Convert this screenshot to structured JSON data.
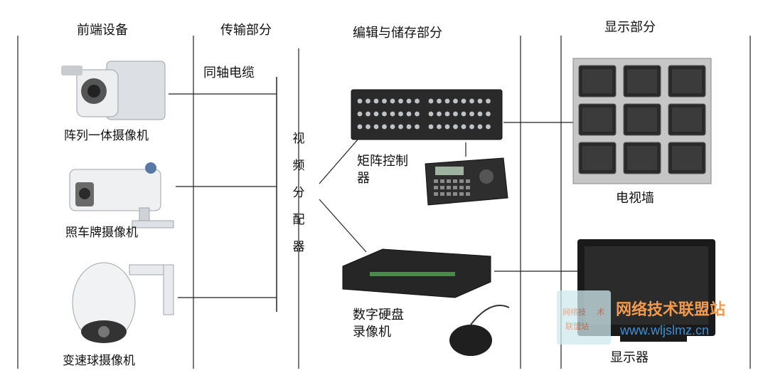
{
  "headers": {
    "front": "前端设备",
    "transmission": "传输部分",
    "edit_storage": "编辑与储存部分",
    "display": "显示部分"
  },
  "devices": {
    "array_camera": "阵列一体摄像机",
    "plate_camera": "照车牌摄像机",
    "speed_dome": "变速球摄像机",
    "coax_cable": "同轴电缆",
    "video_distributor": [
      "视",
      "频",
      "分",
      "配",
      "器"
    ],
    "matrix_line1": "矩阵控制",
    "matrix_line2": "器",
    "dvr_line1": "数字硬盘",
    "dvr_line2": "录像机",
    "tv_wall": "电视墙",
    "monitor": "显示器"
  },
  "watermark": {
    "badge_text": [
      "网络技",
      "术",
      "联盟站"
    ],
    "title": "网络技术联盟站",
    "url": "www.wljslmz.cn"
  },
  "colors": {
    "line": "#222222",
    "device_dark": "#2a2a2a",
    "device_light": "#d9dde2",
    "watermark_orange": "#f39a4c",
    "watermark_blue": "#3d8fd4"
  }
}
